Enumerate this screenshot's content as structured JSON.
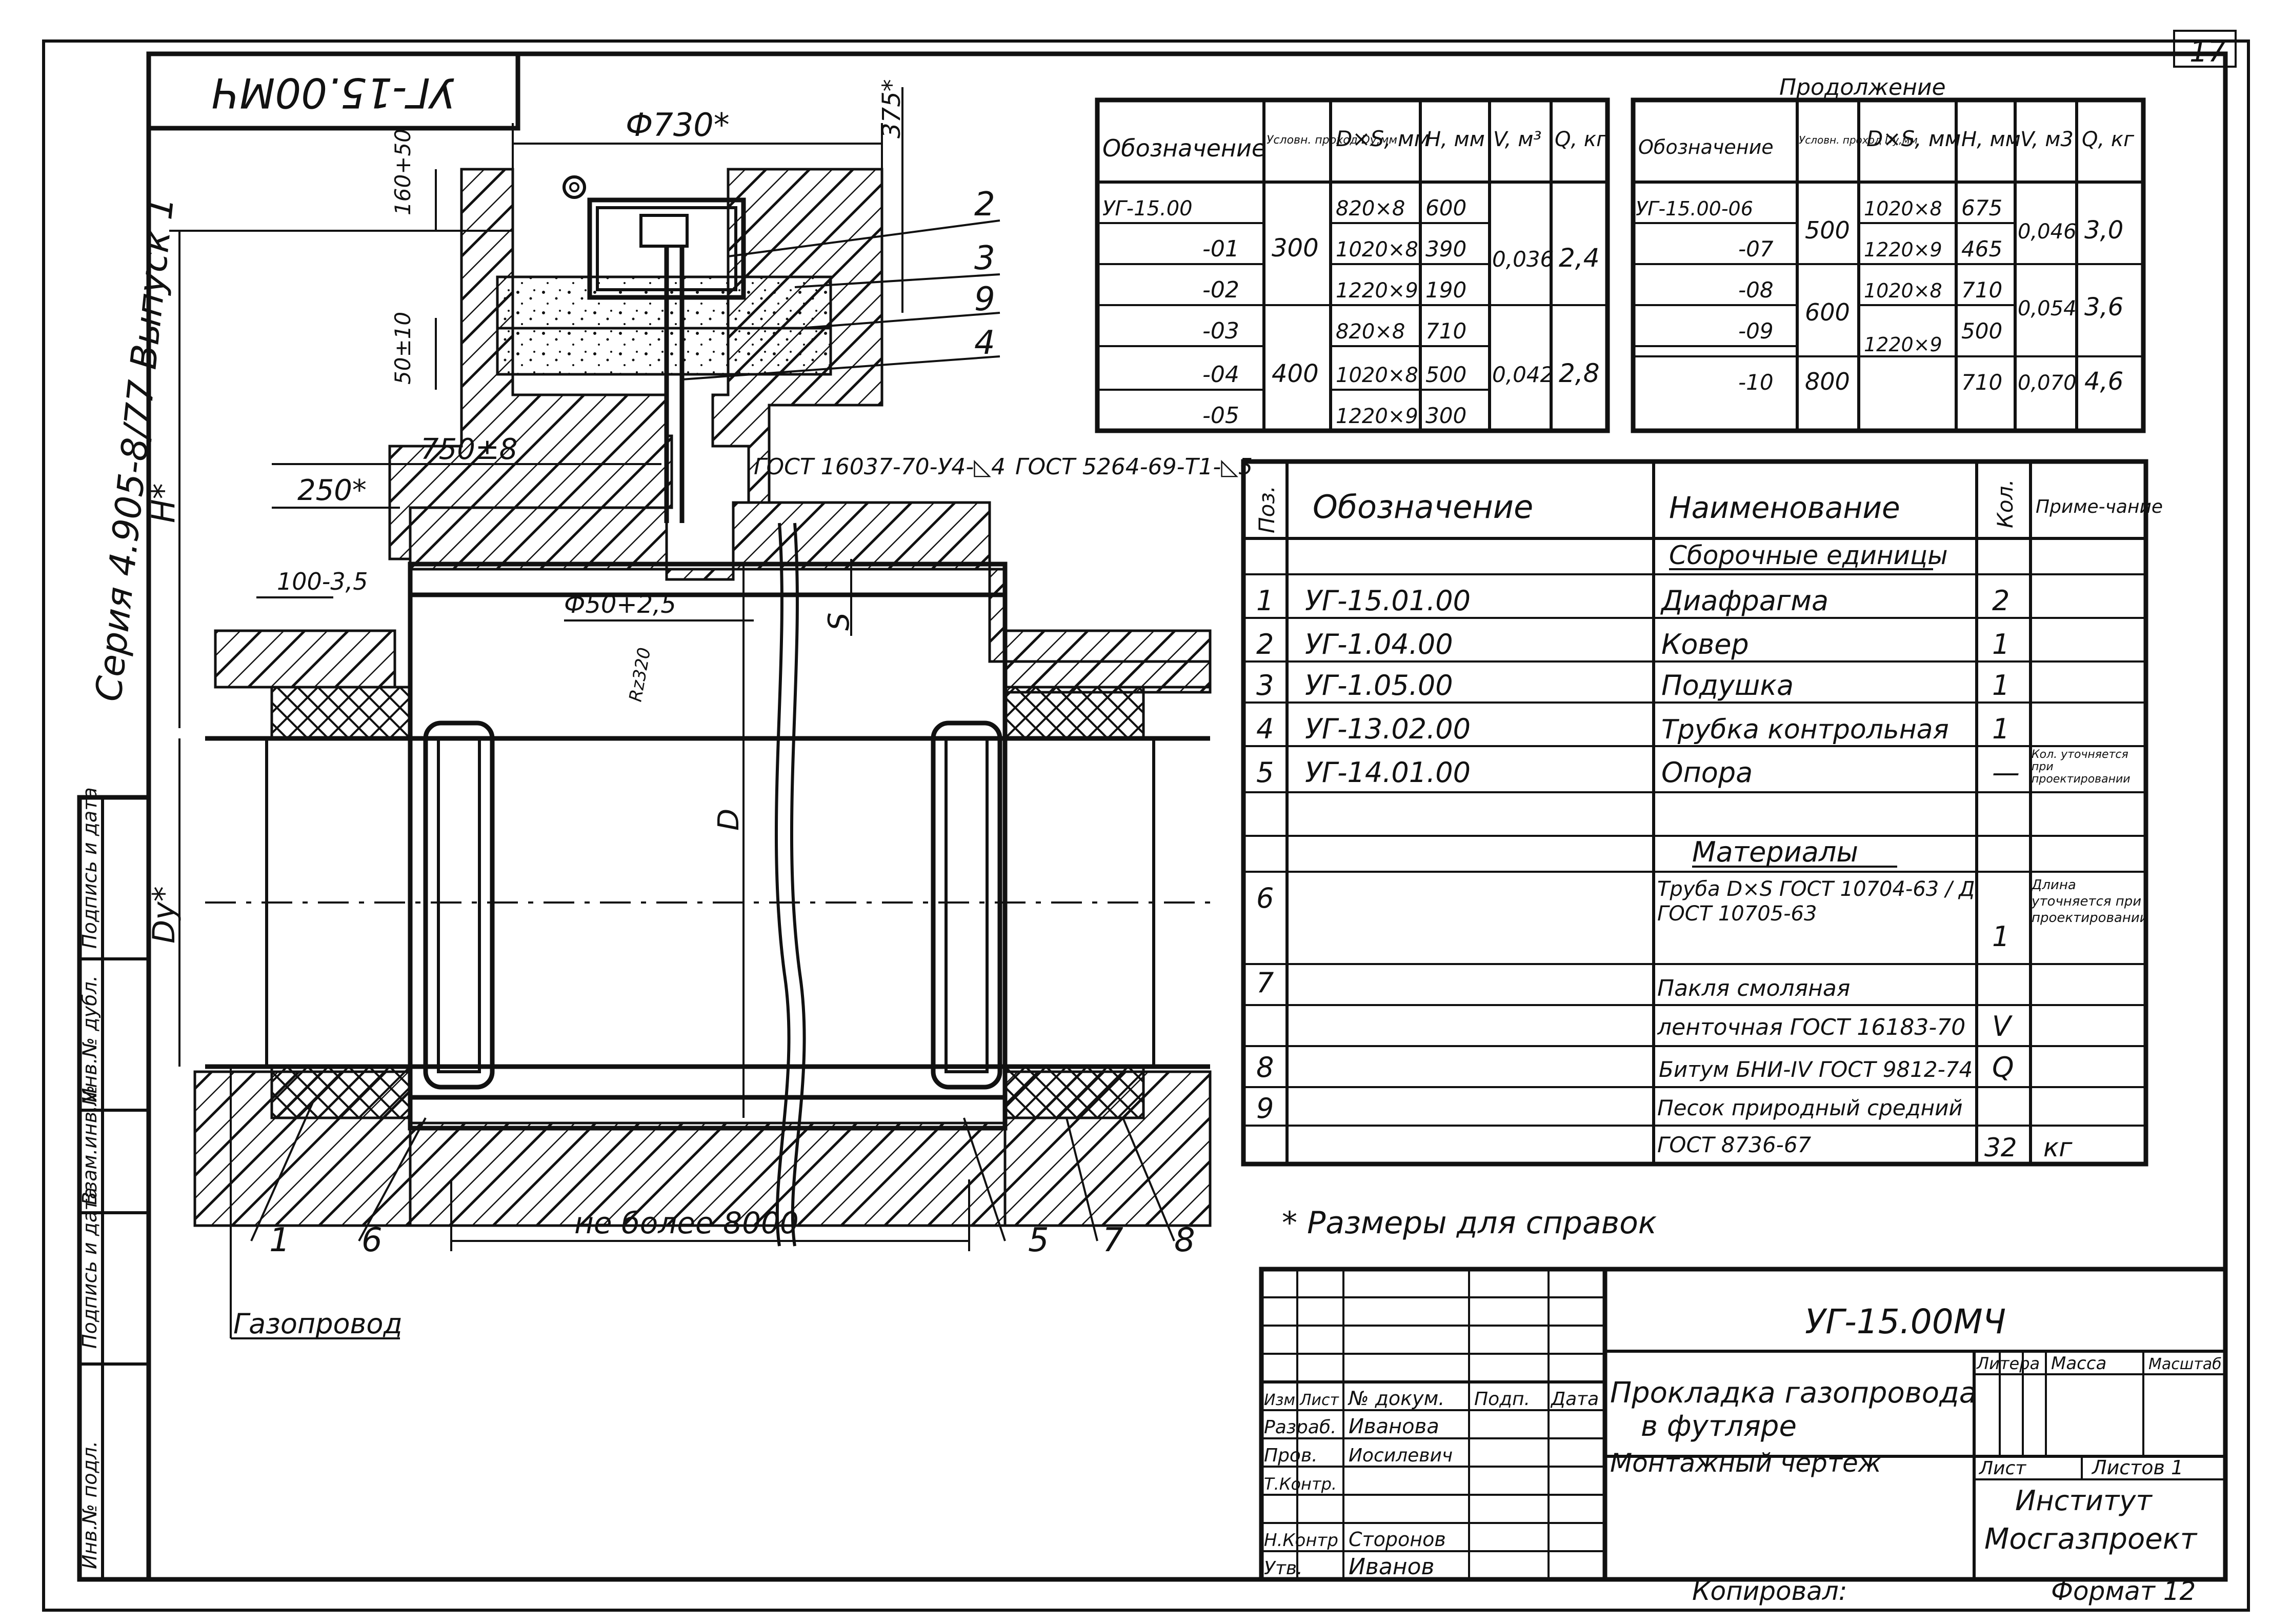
{
  "sheet_number": "17",
  "corner_code": "УГ-15.00МЧ",
  "series_label": "Серия 4.905-8/77 Выпуск 1",
  "left_stamp": [
    "Инв.№ подл.",
    "Подпись и дата",
    "Взам.инв.№",
    "Инв.№ дубл.",
    "Подпись и дата"
  ],
  "dimensions": {
    "phi730": "Ф730*",
    "d375": "375*",
    "d160": "160+50",
    "d50": "50±10",
    "H": "H*",
    "d750": "750±8",
    "d250": "250*",
    "d100": "100-3,5",
    "phi50": "Ф50+2,5",
    "rz": "Rz320",
    "S": "S",
    "D": "D",
    "Dy": "Dy*",
    "len": "не более 8000",
    "weld1": "ГОСТ 16037-70-У4-◺4",
    "weld2": "ГОСТ 5264-69-Т1-◺5"
  },
  "callouts": [
    "1",
    "6",
    "5",
    "7",
    "8",
    "2",
    "3",
    "9",
    "4"
  ],
  "gas_pipe_label": "Газопровод",
  "ref_note": "* Размеры для справок",
  "table1": {
    "headers": [
      "Обозначение",
      "Условн. проход Dу,мм",
      "D×S, мм",
      "H, мм",
      "V, м³",
      "Q, кг"
    ],
    "rows": [
      {
        "code": "УГ-15.00",
        "dy": "",
        "ds": "820×8",
        "h": "600"
      },
      {
        "code": "-01",
        "dy": "300",
        "ds": "1020×8",
        "h": "390"
      },
      {
        "code": "-02",
        "dy": "",
        "ds": "1220×9",
        "h": "190"
      },
      {
        "code": "-03",
        "dy": "",
        "ds": "820×8",
        "h": "710"
      },
      {
        "code": "-04",
        "dy": "400",
        "ds": "1020×8",
        "h": "500"
      },
      {
        "code": "-05",
        "dy": "",
        "ds": "1220×9",
        "h": "300"
      }
    ],
    "merged": [
      {
        "v": "0,036",
        "q": "2,4"
      },
      {
        "v": "0,042",
        "q": "2,8"
      }
    ]
  },
  "table2": {
    "title": "Продолжение",
    "headers": [
      "Обозначение",
      "Условн. проход Dу,мм",
      "D×S, мм",
      "H, мм",
      "V, м3",
      "Q, кг"
    ],
    "rows": [
      {
        "code": "УГ-15.00-06",
        "ds": "1020×8",
        "h": "675"
      },
      {
        "code": "-07",
        "ds": "1220×9",
        "h": "465"
      },
      {
        "code": "-08",
        "ds": "1020×8",
        "h": "710"
      },
      {
        "code": "-09",
        "ds": "1220×9",
        "h": "500"
      },
      {
        "code": "-10",
        "ds": "",
        "h": "710"
      }
    ],
    "dy": [
      "500",
      "600",
      "800"
    ],
    "vq": [
      {
        "v": "0,046",
        "q": "3,0"
      },
      {
        "v": "0,054",
        "q": "3,6"
      },
      {
        "v": "0,070",
        "q": "4,6"
      }
    ]
  },
  "spec": {
    "headers": [
      "Поз.",
      "Обозначение",
      "Наименование",
      "Кол.",
      "Приме-чание"
    ],
    "section_assemblies": "Сборочные единицы",
    "section_materials": "Материалы",
    "rows": [
      {
        "pos": "1",
        "code": "УГ-15.01.00",
        "name": "Диафрагма",
        "qty": "2",
        "note": ""
      },
      {
        "pos": "2",
        "code": "УГ-1.04.00",
        "name": "Ковер",
        "qty": "1",
        "note": ""
      },
      {
        "pos": "3",
        "code": "УГ-1.05.00",
        "name": "Подушка",
        "qty": "1",
        "note": ""
      },
      {
        "pos": "4",
        "code": "УГ-13.02.00",
        "name": "Трубка контрольная",
        "qty": "1",
        "note": ""
      },
      {
        "pos": "5",
        "code": "УГ-14.01.00",
        "name": "Опора",
        "qty": "—",
        "note": "Кол. уточняется при проектировании"
      }
    ],
    "materials": [
      {
        "pos": "6",
        "name": "Труба D×S ГОСТ 10704-63 / Д ГОСТ 10705-63",
        "qty": "1",
        "note": "Длина уточняется при проектировании"
      },
      {
        "pos": "7",
        "name": "Пакля смоляная ленточная ГОСТ 16183-70",
        "qty": "V",
        "note": ""
      },
      {
        "pos": "8",
        "name": "Битум БНИ-IV ГОСТ 9812-74",
        "qty": "Q",
        "note": ""
      },
      {
        "pos": "9",
        "name": "Песок природный средний ГОСТ 8736-67",
        "qty": "32",
        "note": "кг"
      }
    ]
  },
  "title_block": {
    "code": "УГ-15.00МЧ",
    "title_line1": "Прокладка газопровода",
    "title_line2": "в футляре",
    "title_line3": "Монтажный чертеж",
    "col_heads": [
      "Изм",
      "Лист",
      "№ докум.",
      "Подп.",
      "Дата"
    ],
    "people": [
      {
        "role": "Разраб.",
        "name": "Иванова"
      },
      {
        "role": "Пров.",
        "name": "Иосилевич"
      },
      {
        "role": "Т.Контр.",
        "name": ""
      },
      {
        "role": "Н.Контр",
        "name": "Сторонов"
      },
      {
        "role": "Утв.",
        "name": "Иванов"
      }
    ],
    "litera": "Литера",
    "massa": "Масса",
    "masshtab": "Масштаб",
    "list": "Лист",
    "listov": "Листов 1",
    "org1": "Институт",
    "org2": "Мосгазпроект",
    "copied": "Копировал:",
    "format": "Формат 12"
  }
}
